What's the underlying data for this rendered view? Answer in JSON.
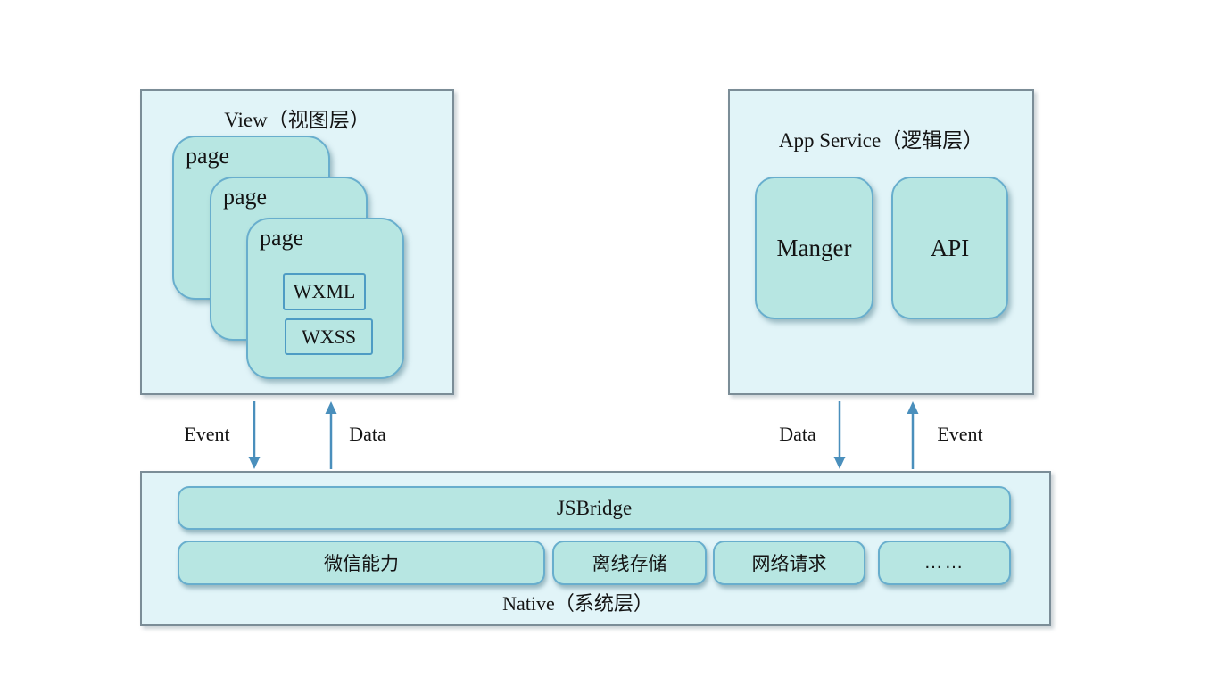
{
  "colors": {
    "panel_bg": "#e1f4f8",
    "panel_border": "#7b8d97",
    "card_bg": "#b7e6e2",
    "card_border": "#68aecd",
    "inner_border": "#4e9cc4",
    "arrow": "#4a8fbc",
    "text": "#141414"
  },
  "view_panel": {
    "title": "View（视图层）",
    "pages": [
      "page",
      "page",
      "page"
    ],
    "wxml": "WXML",
    "wxss": "WXSS"
  },
  "app_service_panel": {
    "title": "App Service（逻辑层）",
    "modules": [
      "Manger",
      "API"
    ]
  },
  "native_panel": {
    "title": "Native（系统层）",
    "bridge": "JSBridge",
    "capabilities": [
      "微信能力",
      "离线存储",
      "网络请求",
      "……"
    ]
  },
  "arrows": {
    "left_down_label": "Event",
    "left_up_label": "Data",
    "right_down_label": "Data",
    "right_up_label": "Event"
  }
}
